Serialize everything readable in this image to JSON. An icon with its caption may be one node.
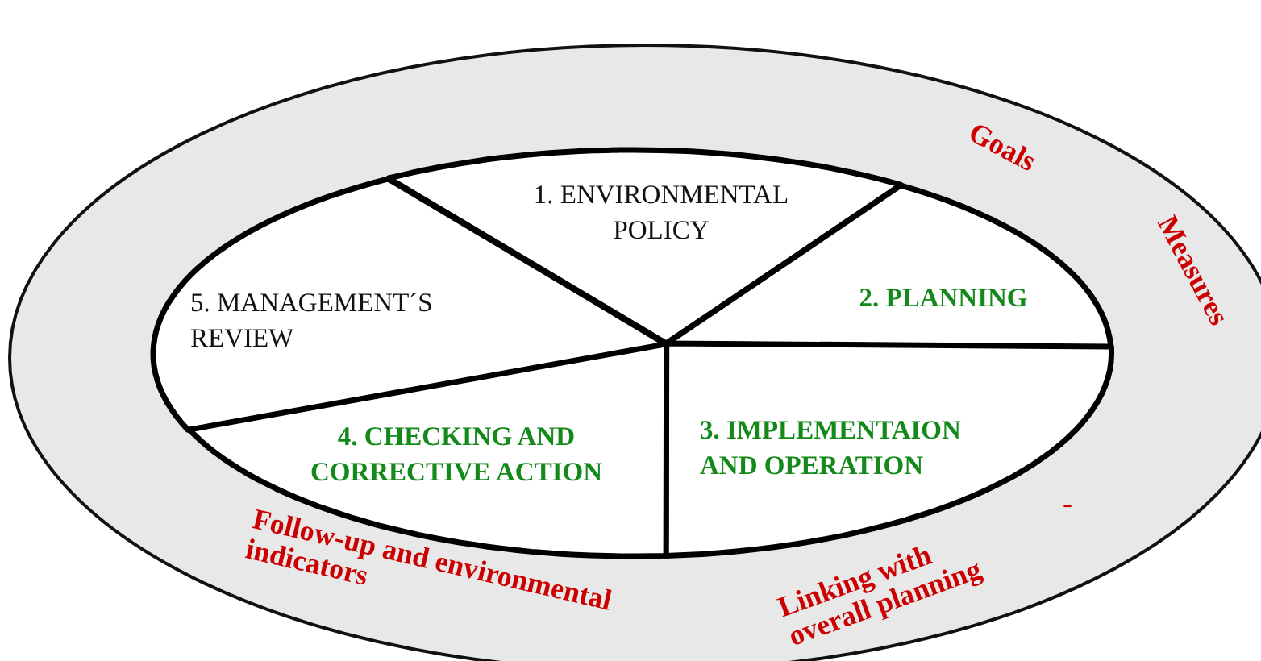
{
  "diagram": {
    "nodes": [
      {
        "text": [
          "Goals",
          "Measures",
          "Linking with overall planning",
          "Follow-up and environmental indicators"
        ]
      },
      {
        "text": [
          "1. ENVIRONMENTAL POLICY"
        ],
        "in": 0
      },
      {
        "text": [
          "2. PLANNING"
        ],
        "in": 0
      },
      {
        "text": [
          "3. IMPLEMENTAION AND OPERATION"
        ],
        "in": 0
      },
      {
        "text": [
          "4. CHECKING AND CORRECTIVE ACTION"
        ],
        "in": 0
      },
      {
        "text": [
          "5. MANAGEMENT´S REVIEW"
        ],
        "in": 0
      }
    ],
    "labels": [
      "-"
    ]
  }
}
